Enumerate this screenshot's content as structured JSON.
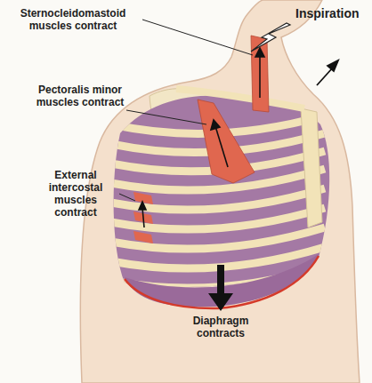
{
  "diagram": {
    "title": "Inspiration",
    "labels": [
      "Sternocleidomastoid muscles contract",
      "Pectoralis minor muscles contract",
      "External intercostal muscles contract",
      "Diaphragm contracts"
    ]
  }
}
